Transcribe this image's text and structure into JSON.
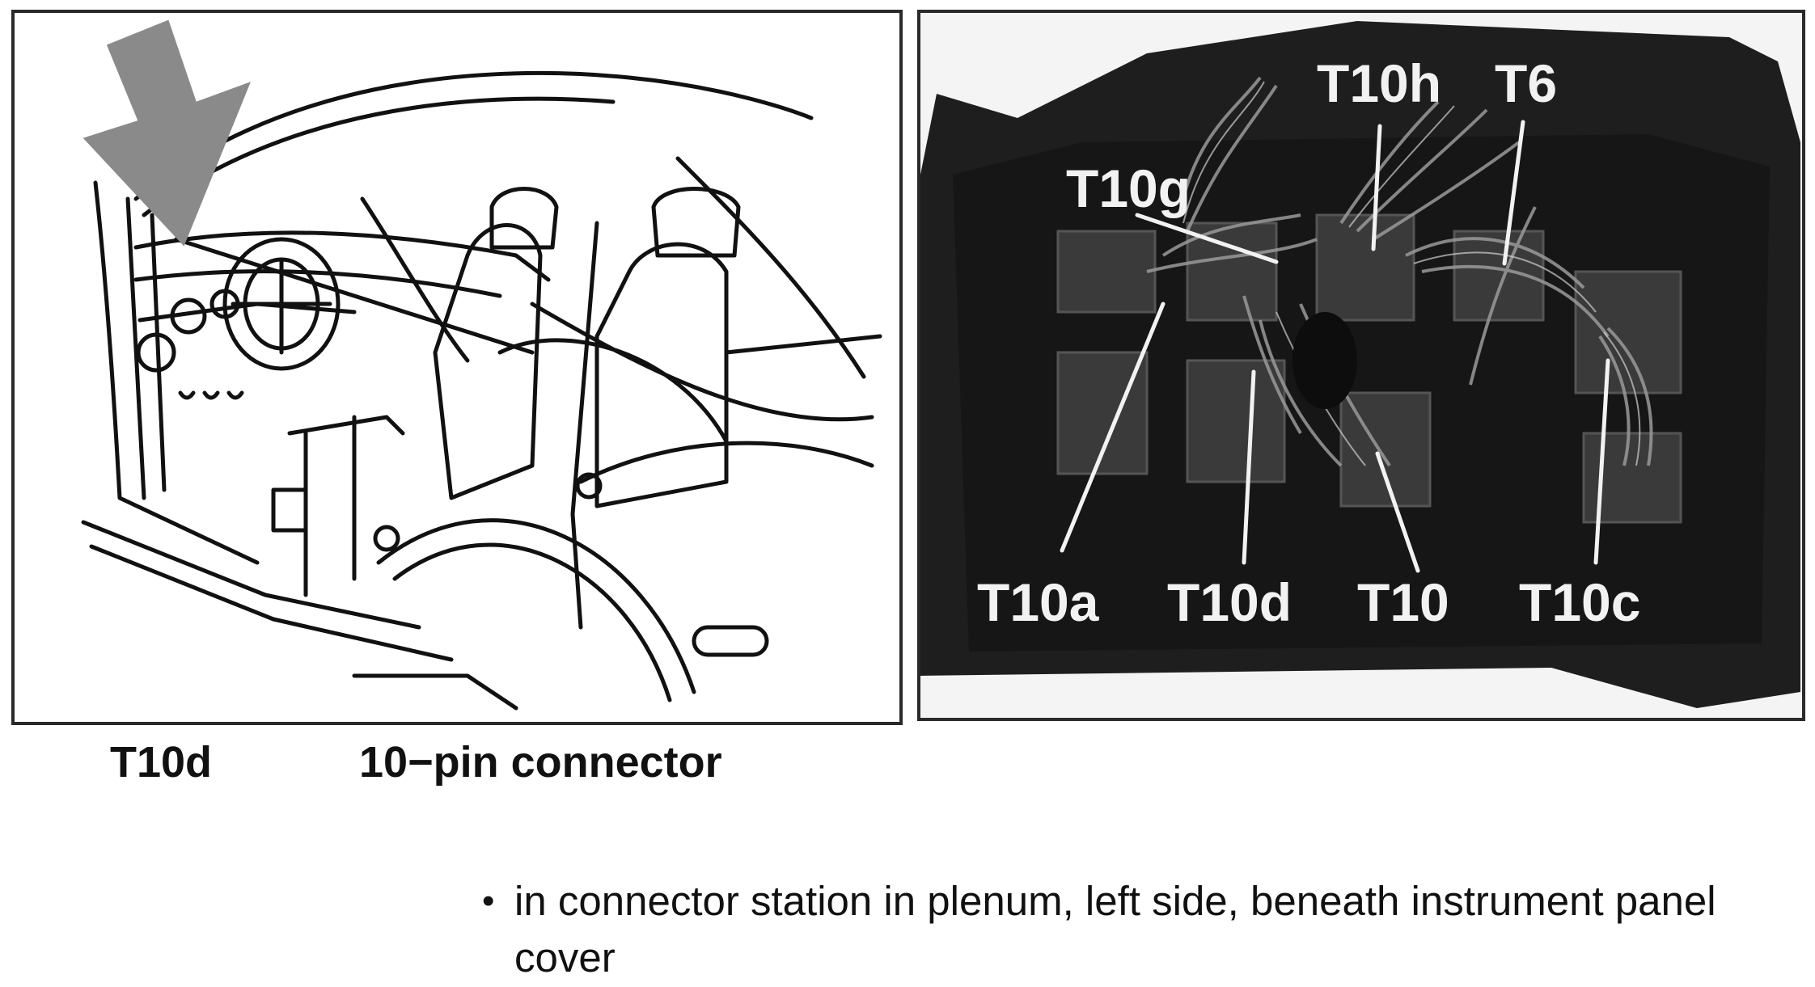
{
  "callouts": {
    "t10g": "T10g",
    "t10h": "T10h",
    "t6": "T6",
    "t10a": "T10a",
    "t10d": "T10d",
    "t10": "T10",
    "t10c": "T10c"
  },
  "caption": {
    "connector_id": "T10d",
    "connector_description": "10−pin connector"
  },
  "location": {
    "bullet": "•",
    "text": "in connector station in plenum, left side, beneath instrument panel cover"
  },
  "colors": {
    "arrow": "#8a8a8a",
    "photo_background": "#1c1c1c",
    "callout_text": "#f2f2f2"
  }
}
